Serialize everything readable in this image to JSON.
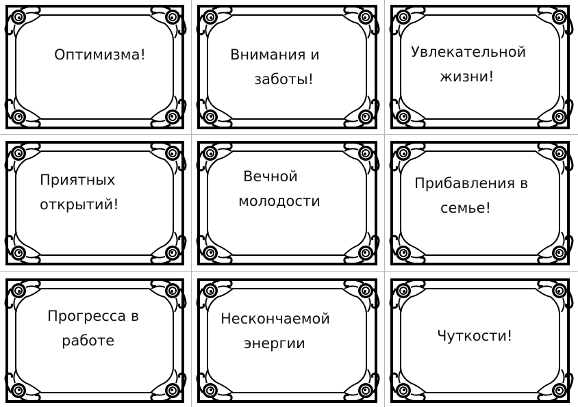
{
  "page": {
    "colors": {
      "frame": "#000000",
      "background": "#ffffff",
      "grid_line": "#b8b8b8",
      "text": "#111111"
    },
    "grid": {
      "columns": 3,
      "rows": 3
    }
  },
  "cards": [
    {
      "lines": [
        "Оптимизма!"
      ]
    },
    {
      "lines": [
        "Внимания и",
        "заботы!"
      ]
    },
    {
      "lines": [
        "Увлекательной",
        "жизни!"
      ]
    },
    {
      "lines": [
        "Приятных",
        "открытий!"
      ]
    },
    {
      "lines": [
        "Вечной",
        "молодости"
      ]
    },
    {
      "lines": [
        "Прибавления в",
        "семье!"
      ]
    },
    {
      "lines": [
        "Прогресса в",
        "работе"
      ]
    },
    {
      "lines": [
        "Нескончаемой",
        "энергии"
      ]
    },
    {
      "lines": [
        "Чуткости!"
      ]
    }
  ]
}
